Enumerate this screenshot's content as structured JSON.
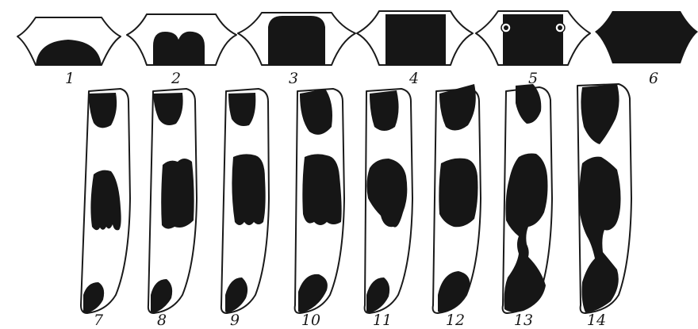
{
  "figure": {
    "pronota": [
      {
        "number": "1",
        "variant": "small-semicircle"
      },
      {
        "number": "2",
        "variant": "two-lobed"
      },
      {
        "number": "3",
        "variant": "large-rounded"
      },
      {
        "number": "4",
        "variant": "full-width"
      },
      {
        "number": "5",
        "variant": "with-eye-spots"
      },
      {
        "number": "6",
        "variant": "fully-dark"
      }
    ],
    "elytra": [
      {
        "number": "7"
      },
      {
        "number": "8"
      },
      {
        "number": "9"
      },
      {
        "number": "10"
      },
      {
        "number": "11"
      },
      {
        "number": "12"
      },
      {
        "number": "13"
      },
      {
        "number": "14"
      }
    ],
    "colors": {
      "ink": "#161616",
      "paper": "#ffffff"
    }
  }
}
